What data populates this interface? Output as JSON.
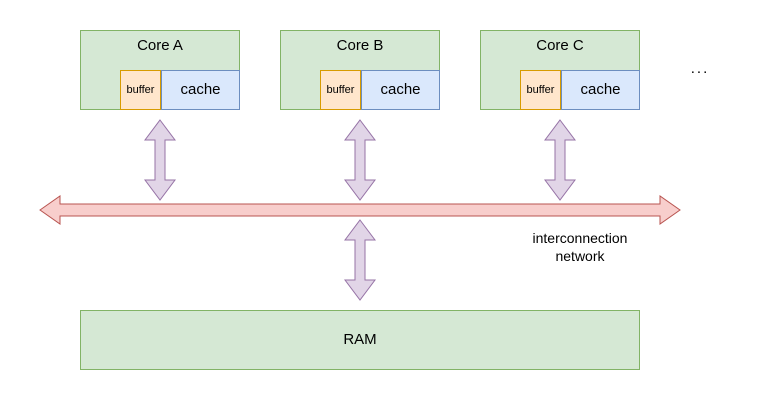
{
  "cores": [
    {
      "name": "Core A",
      "buffer_label": "buffer",
      "cache_label": "cache"
    },
    {
      "name": "Core B",
      "buffer_label": "buffer",
      "cache_label": "cache"
    },
    {
      "name": "Core C",
      "buffer_label": "buffer",
      "cache_label": "cache"
    }
  ],
  "more_cores_indicator": "...",
  "network": {
    "label_line1": "interconnection",
    "label_line2": "network"
  },
  "memory": {
    "label": "RAM"
  },
  "colors": {
    "core_fill": "#d5e8d4",
    "core_stroke": "#82b366",
    "buffer_fill": "#ffe6cc",
    "buffer_stroke": "#d79b00",
    "cache_fill": "#dae8fc",
    "cache_stroke": "#6c8ebf",
    "link_arrow_fill": "#e1d5e7",
    "link_arrow_stroke": "#9673a6",
    "bus_fill": "#f8cecc",
    "bus_stroke": "#b85450"
  }
}
